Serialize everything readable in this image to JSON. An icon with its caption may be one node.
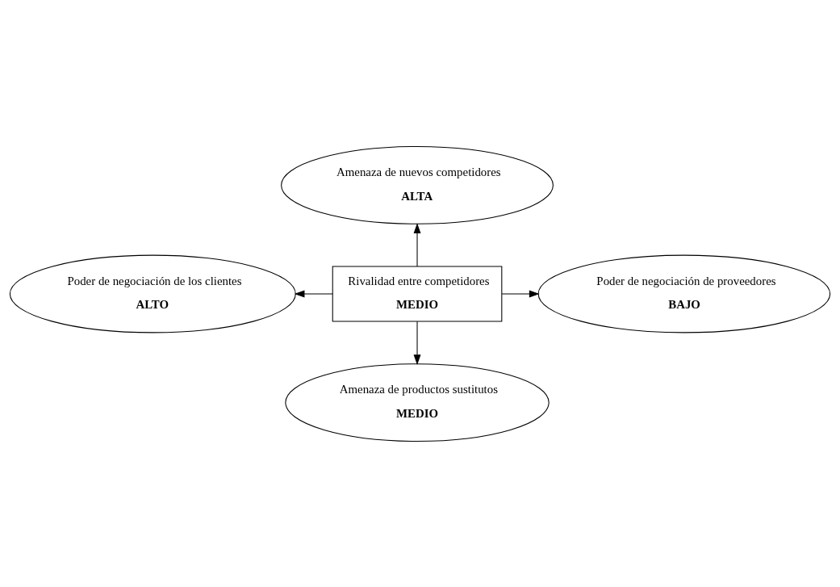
{
  "diagram": {
    "nodes": [
      {
        "text": [
          "Rivalidad entre competidores",
          "MEDIO"
        ]
      },
      {
        "text": [
          "Amenaza de nuevos competidores",
          "ALTA"
        ]
      },
      {
        "text": [
          "Poder de negociación de los clientes",
          "ALTO"
        ]
      },
      {
        "text": [
          "Poder de negociación de proveedores",
          "BAJO"
        ]
      },
      {
        "text": [
          "Amenaza de productos sustitutos",
          "MEDIO"
        ]
      }
    ],
    "edges": [
      {
        "from": 0,
        "to": 1,
        "arrow": "to"
      },
      {
        "from": 0,
        "to": 2,
        "arrow": "to"
      },
      {
        "from": 0,
        "to": 3,
        "arrow": "to"
      },
      {
        "from": 0,
        "to": 4,
        "arrow": "to"
      }
    ]
  }
}
